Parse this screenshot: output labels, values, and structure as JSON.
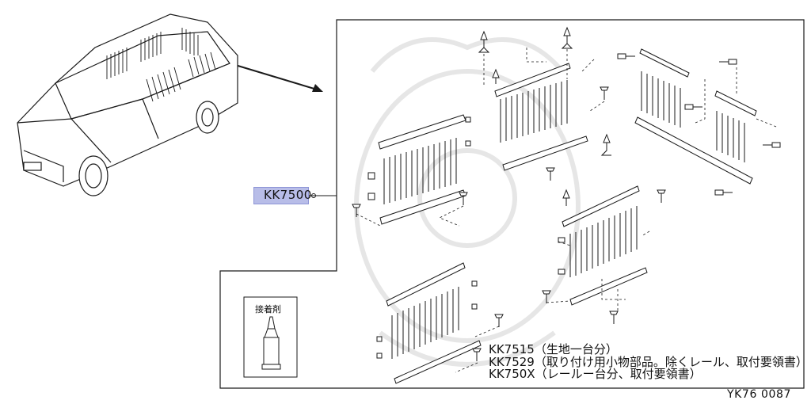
{
  "callout": {
    "part_number": "KK7500"
  },
  "adhesive": {
    "label": "接着剤"
  },
  "notes": [
    {
      "code": "KK7515",
      "text": "KK7515（生地一台分）"
    },
    {
      "code": "KK7529",
      "text": "KK7529（取り付け用小物部品。除くレール、取付要領書）"
    },
    {
      "code": "KK750X",
      "text": "KK750X（レールー台分、取付要領書）"
    }
  ],
  "diagram_id": "YK76  0087",
  "colors": {
    "line": "#1a1a1a",
    "highlight": "#b8bde8",
    "watermark": "#e6e6e6"
  },
  "icons": [
    "vehicle-illustration",
    "adhesive-tube-icon",
    "curtain-panel-icon",
    "clip-icon",
    "screw-icon",
    "watermark-crest"
  ]
}
